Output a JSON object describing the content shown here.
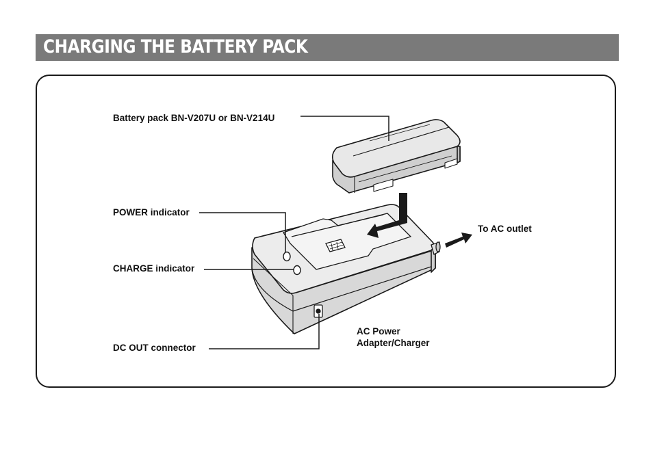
{
  "title": "CHARGING THE BATTERY PACK",
  "labels": {
    "battery": "Battery pack BN-V207U or BN-V214U",
    "power": "POWER indicator",
    "charge": "CHARGE indicator",
    "dc_out": "DC OUT connector",
    "ac_outlet": "To AC outlet",
    "adapter_line1": "AC Power",
    "adapter_line2": "Adapter/Charger"
  },
  "colors": {
    "title_bar": "#7a7a7a",
    "device_fill": "#e4e4e4",
    "outline": "#1a1a1a"
  }
}
